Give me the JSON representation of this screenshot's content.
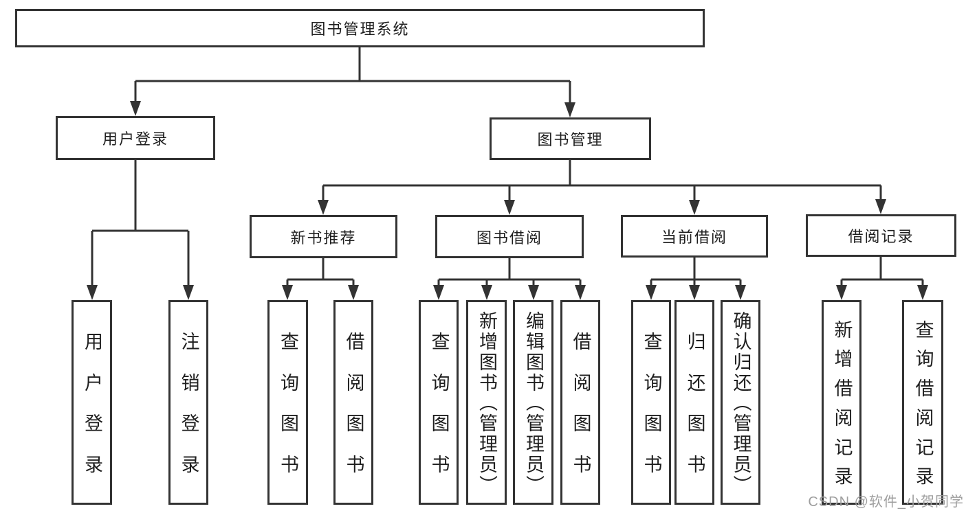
{
  "diagram": {
    "title": "图书管理系统",
    "watermark": "CSDN @软件_小贺同学",
    "colors": {
      "line": "#333333",
      "box_border": "#333333",
      "box_background": "#ffffff",
      "text": "#1f1f1f",
      "watermark": "#9e9e9e",
      "page_background": "#ffffff"
    },
    "nodes": {
      "root": {
        "label": "图书管理系统"
      },
      "user_login": {
        "label": "用户登录"
      },
      "book_mgmt": {
        "label": "图书管理"
      },
      "new_book_rec": {
        "label": "新书推荐"
      },
      "book_borrow": {
        "label": "图书借阅"
      },
      "current_borrow": {
        "label": "当前借阅"
      },
      "borrow_record": {
        "label": "借阅记录"
      },
      "leaf_user_login": {
        "label": "用户登录"
      },
      "leaf_logout": {
        "label": "注销登录"
      },
      "leaf_query_book_rec": {
        "label": "查询图书"
      },
      "leaf_borrow_book_rec": {
        "label": "借阅图书"
      },
      "leaf_query_book_borrow": {
        "label": "查询图书"
      },
      "leaf_add_book_admin": {
        "label": "新增图书（管理员）"
      },
      "leaf_edit_book_admin": {
        "label": "编辑图书（管理员）"
      },
      "leaf_borrow_book_borrow": {
        "label": "借阅图书"
      },
      "leaf_query_book_current": {
        "label": "查询图书"
      },
      "leaf_return_book": {
        "label": "归还图书"
      },
      "leaf_confirm_return_admin": {
        "label": "确认归还（管理员）"
      },
      "leaf_add_borrow_record": {
        "label": "新增借阅记录"
      },
      "leaf_query_borrow_record": {
        "label": "查询借阅记录"
      }
    }
  }
}
